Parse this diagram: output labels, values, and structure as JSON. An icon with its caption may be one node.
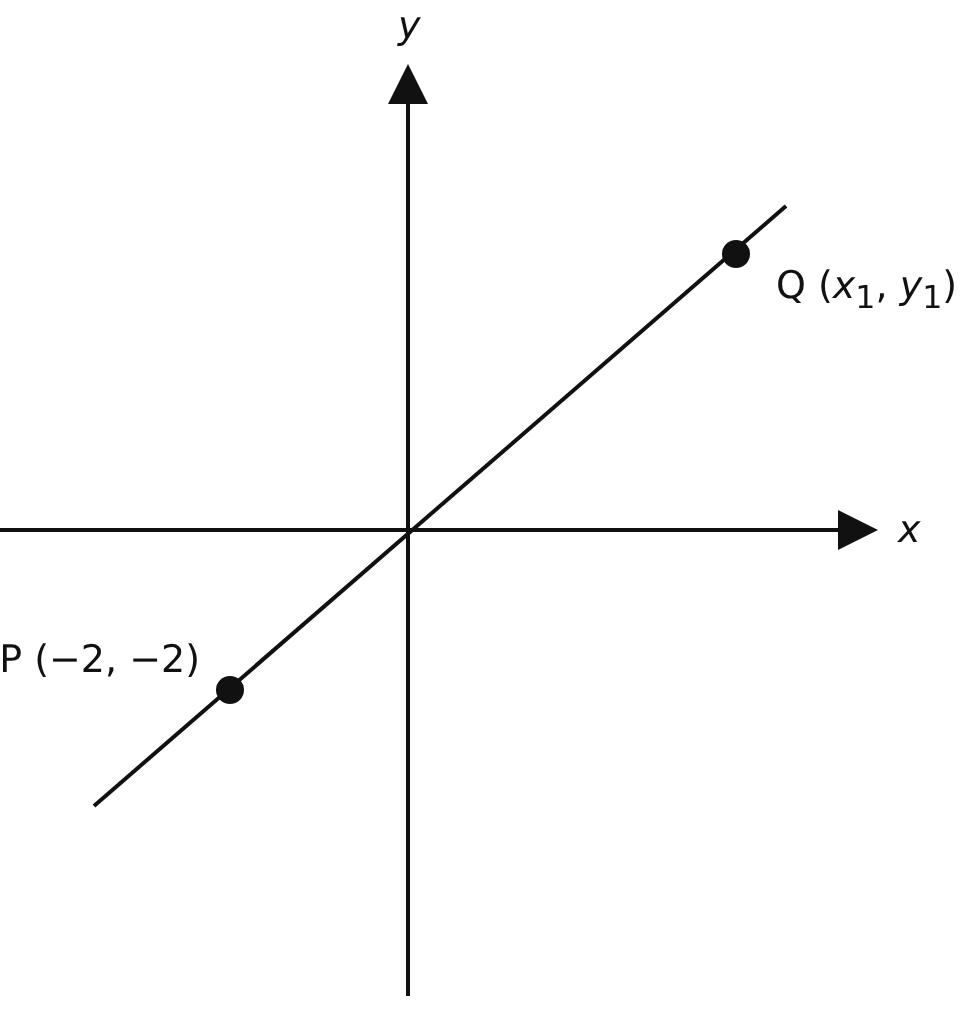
{
  "diagram": {
    "nodes": [
      {
        "text": [],
        "shape": "circle",
        "beside": [
          "P (−2, −2)"
        ]
      },
      {
        "text": [],
        "shape": "circle",
        "beside": [
          "Q (*x*$_{1}$, *y*$_{1}$)"
        ]
      }
    ],
    "labels": [
      "y",
      "x"
    ]
  }
}
